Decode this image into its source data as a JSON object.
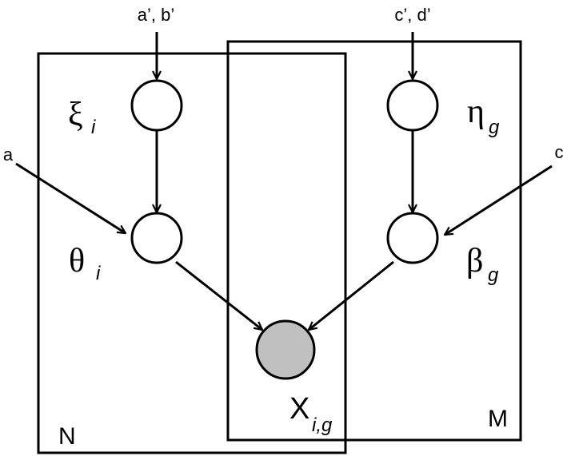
{
  "diagram": {
    "hyper_top_left": "a’, b’",
    "hyper_top_right": "c’, d’",
    "hyper_left": "a",
    "hyper_right": "c",
    "xi": {
      "symbol": "ξ",
      "subscript": "i"
    },
    "eta": {
      "symbol": "η",
      "subscript": "g"
    },
    "theta": {
      "symbol": "θ",
      "subscript": "i"
    },
    "beta": {
      "symbol": "β",
      "subscript": "g"
    },
    "x": {
      "symbol": "X",
      "subscript": "i,g"
    },
    "plate_left": "N",
    "plate_right": "M",
    "colors": {
      "stroke": "#000000",
      "node_fill": "#ffffff",
      "observed_fill": "#c0c0c0"
    }
  }
}
